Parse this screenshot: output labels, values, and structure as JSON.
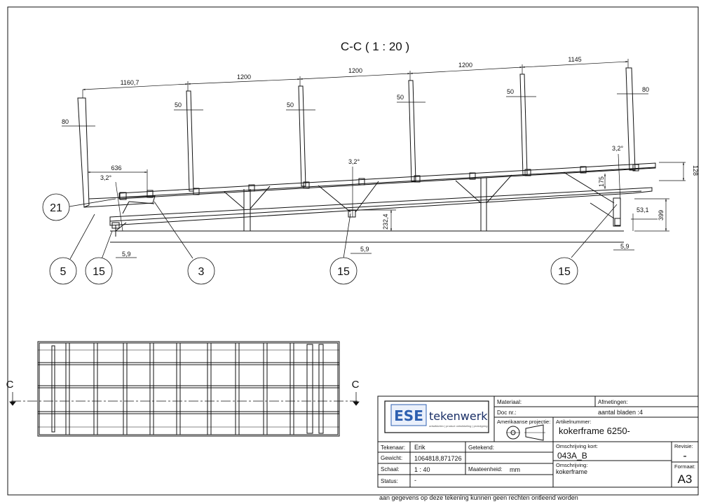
{
  "view": {
    "section_title": "C-C ( 1 : 20 )",
    "section_marker": "C"
  },
  "dimensions": {
    "top_spans": [
      "1160,7",
      "1200",
      "1200",
      "1200",
      "1145"
    ],
    "post_widths": [
      "50",
      "50",
      "50",
      "50"
    ],
    "end_width_left": "80",
    "end_width_right": "80",
    "left_length": "636",
    "angle": "3,2°",
    "height_175": "175",
    "height_128": "128",
    "height_232": "232,4",
    "height_399": "399",
    "height_53": "53,1",
    "offset": "5,9"
  },
  "balloons": {
    "b21": "21",
    "b5": "5",
    "b15a": "15",
    "b3": "3",
    "b15b": "15",
    "b15c": "15"
  },
  "titleblock": {
    "logo_ese": "ESE",
    "logo_tekenwerk": "tekenwerk",
    "logo_tagline": "ontwikkelen | product ontwikkeling | prototyping",
    "materiaal_label": "Materiaal:",
    "afmetingen_label": "Afmetingen:",
    "doc_label": "Doc nr.:",
    "bladen": "aantal bladen :4",
    "projectie_label": "Amerikaanse projectie:",
    "artikelnummer_label": "Artikelnummer:",
    "artikelnummer": "kokerframe 6250-",
    "tekenaar_label": "Tekenaar:",
    "tekenaar": "Erik",
    "getekend_label": "Getekend:",
    "gewicht_label": "Gewicht:",
    "gewicht": "1064818,871726",
    "schaal_label": "Schaal:",
    "schaal": "1 : 40",
    "maateenheid_label": "Maateenheid:",
    "maateenheid": "mm",
    "status_label": "Status:",
    "status": "-",
    "omschrijving_kort_label": "Omschrijving kort:",
    "omschrijving_kort": "043A_B",
    "omschrijving_label": "Omschrijving:",
    "omschrijving": "kokerframe",
    "revisie_label": "Revisie:",
    "revisie": "-",
    "formaat_label": "Formaat:",
    "formaat": "A3"
  },
  "footer": "aan gegevens op deze tekening kunnen geen rechten ontleend worden"
}
